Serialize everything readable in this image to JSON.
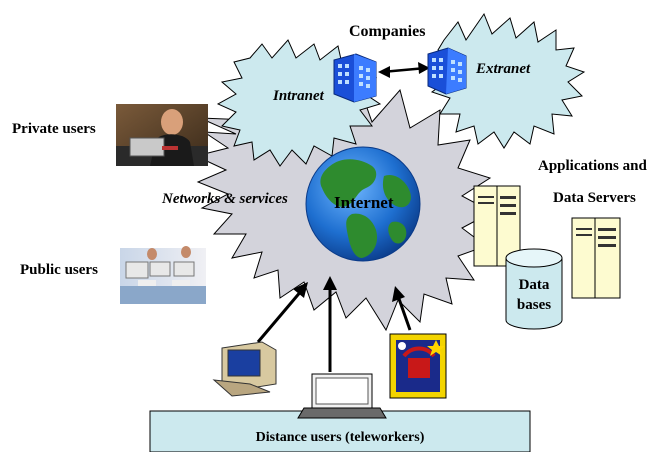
{
  "labels": {
    "companies": "Companies",
    "intranet": "Intranet",
    "extranet": "Extranet",
    "private_users": "Private users",
    "networks_services": "Networks & services",
    "internet": "Internet",
    "applications_line1": "Applications and",
    "applications_line2": "Data Servers",
    "public_users": "Public users",
    "data_line1": "Data",
    "data_line2": "bases",
    "distance_users": "Distance users (teleworkers)"
  },
  "colors": {
    "cloud_fill": "#cce9ee",
    "starburst_fill": "#d3d3db",
    "distance_box_fill": "#cce9ee",
    "ocean": "#1e6fd0",
    "land": "#2e8b2e",
    "server_fill": "#fdfbd0"
  },
  "icons": {
    "building_left": "building-icon",
    "building_right": "building-icon",
    "private_user_photo": "person-at-laptop-photo",
    "public_users_photo": "people-at-computers-photo",
    "globe": "globe-icon",
    "server_left": "server-tower-icon",
    "server_right": "server-tower-icon",
    "database": "database-cylinder-icon",
    "desktop": "desktop-computer-icon",
    "laptop": "laptop-icon",
    "phone": "telephone-stamp-icon"
  }
}
